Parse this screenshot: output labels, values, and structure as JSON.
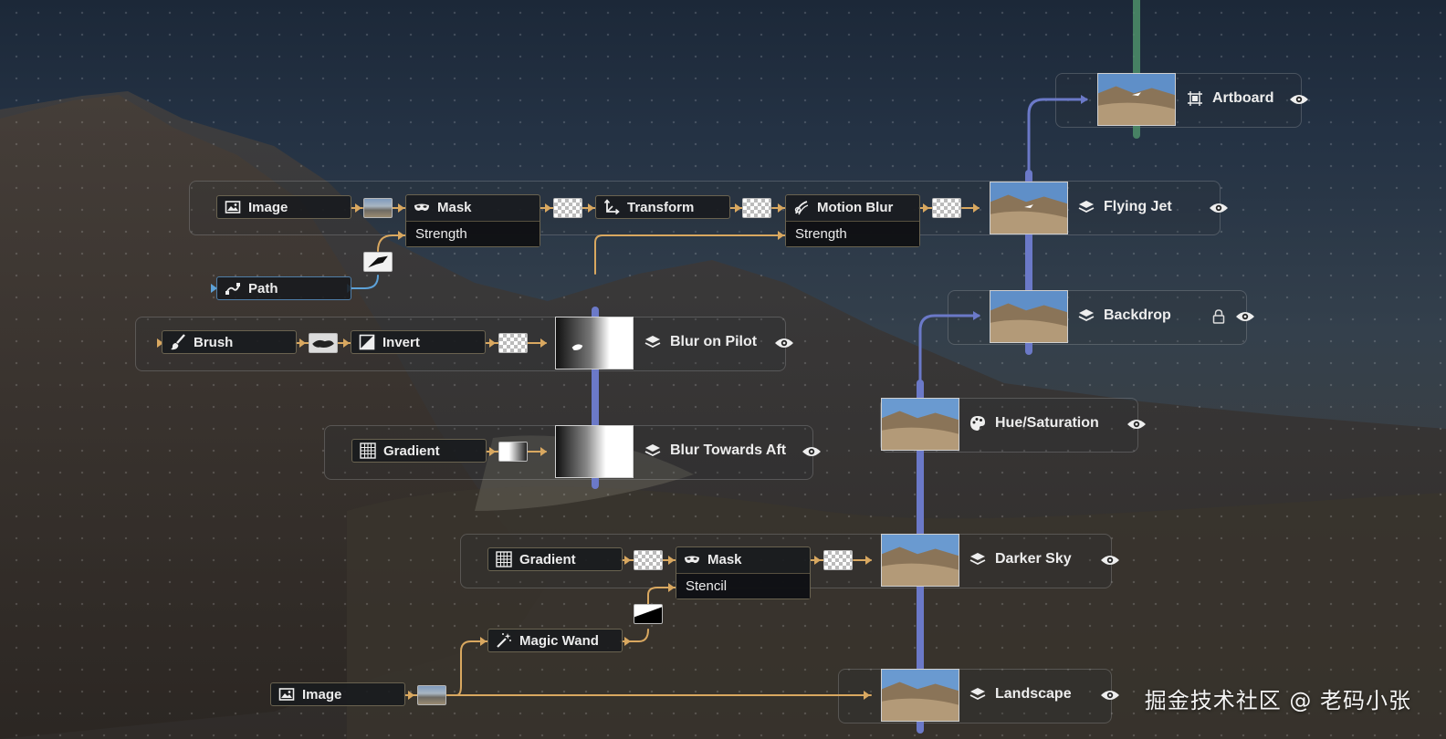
{
  "nodes": {
    "image_top": "Image",
    "mask_top": "Mask",
    "mask_top_strength": "Strength",
    "transform": "Transform",
    "motion_blur": "Motion Blur",
    "motion_blur_strength": "Strength",
    "path": "Path",
    "brush": "Brush",
    "invert": "Invert",
    "gradient_mid": "Gradient",
    "gradient_low": "Gradient",
    "mask_low": "Mask",
    "mask_low_stencil": "Stencil",
    "magic_wand": "Magic Wand",
    "image_bottom": "Image"
  },
  "layers": {
    "artboard": "Artboard",
    "flying_jet": "Flying Jet",
    "backdrop": "Backdrop",
    "blur_on_pilot": "Blur on Pilot",
    "hue_saturation": "Hue/Saturation",
    "blur_towards_aft": "Blur Towards Aft",
    "darker_sky": "Darker Sky",
    "landscape": "Landscape"
  },
  "watermark": "掘金技术社区 @ 老码小张",
  "colors": {
    "wire_gold": "#d9a860",
    "wire_blue": "#6b79c8",
    "wire_green": "#4d8f6a",
    "node_border": "#6a6350"
  },
  "icons": {
    "image": "image-icon",
    "mask": "mask-icon",
    "transform": "transform-axes-icon",
    "motion_blur": "motion-blur-icon",
    "path": "path-pen-icon",
    "brush": "brush-icon",
    "invert": "invert-icon",
    "gradient": "gradient-grid-icon",
    "magic_wand": "magic-wand-icon",
    "artboard": "artboard-icon",
    "layer": "layers-icon",
    "hue": "palette-icon",
    "eye": "eye-icon",
    "lock": "lock-icon"
  }
}
